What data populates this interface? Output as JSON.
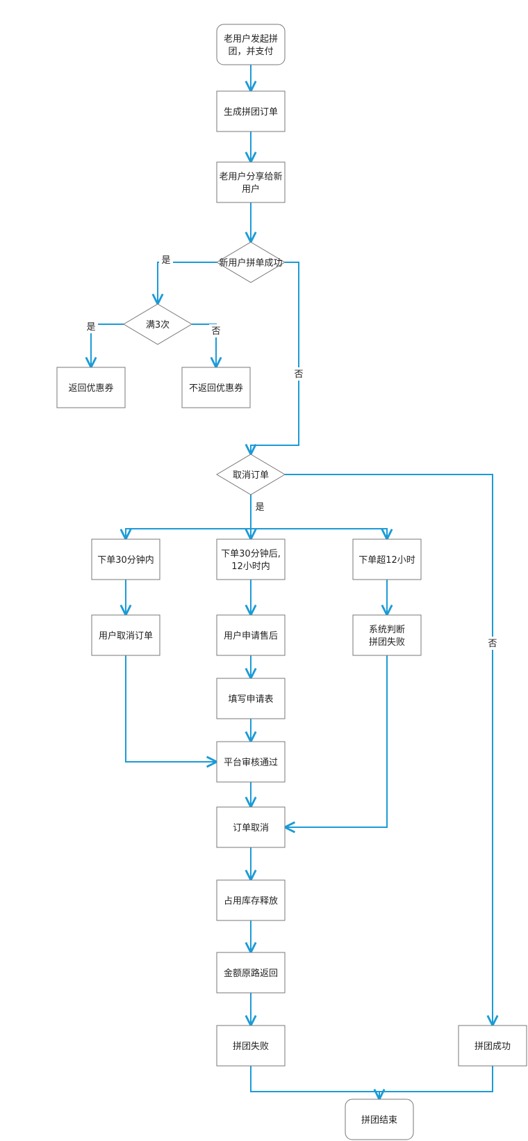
{
  "colors": {
    "edge": "#1a9bd7",
    "node_border": "#777777",
    "node_fill": "#ffffff",
    "text": "#222222"
  },
  "nodes": {
    "start": [
      "老用户发起拼",
      "团，并支付"
    ],
    "create_order": [
      "生成拼团订单"
    ],
    "share": [
      "老用户分享给新",
      "用户"
    ],
    "new_user_success": [
      "新用户拼单成功"
    ],
    "reach_3": [
      "满3次"
    ],
    "return_coupon": [
      "返回优惠券"
    ],
    "no_return_coupon": [
      "不返回优惠券"
    ],
    "cancel_order_q": [
      "取消订单"
    ],
    "within_30min": [
      "下单30分钟内"
    ],
    "between": [
      "下单30分钟后,",
      "12小时内"
    ],
    "over_12h": [
      "下单超12小时"
    ],
    "user_cancel": [
      "用户取消订单"
    ],
    "user_after_sale": [
      "用户申请售后"
    ],
    "system_fail": [
      "系统判断",
      "拼团失败"
    ],
    "fill_form": [
      "填写申请表"
    ],
    "platform_approve": [
      "平台审核通过"
    ],
    "order_cancelled": [
      "订单取消"
    ],
    "release_stock": [
      "占用库存释放"
    ],
    "refund": [
      "金额原路返回"
    ],
    "group_fail": [
      "拼团失败"
    ],
    "group_success": [
      "拼团成功"
    ],
    "group_end": [
      "拼团结束"
    ]
  },
  "edge_labels": {
    "yes_new_user": "是",
    "yes_reach_3": "是",
    "no_reach_3": "否",
    "no_new_user": "否",
    "yes_cancel": "是",
    "no_cancel": "否"
  }
}
